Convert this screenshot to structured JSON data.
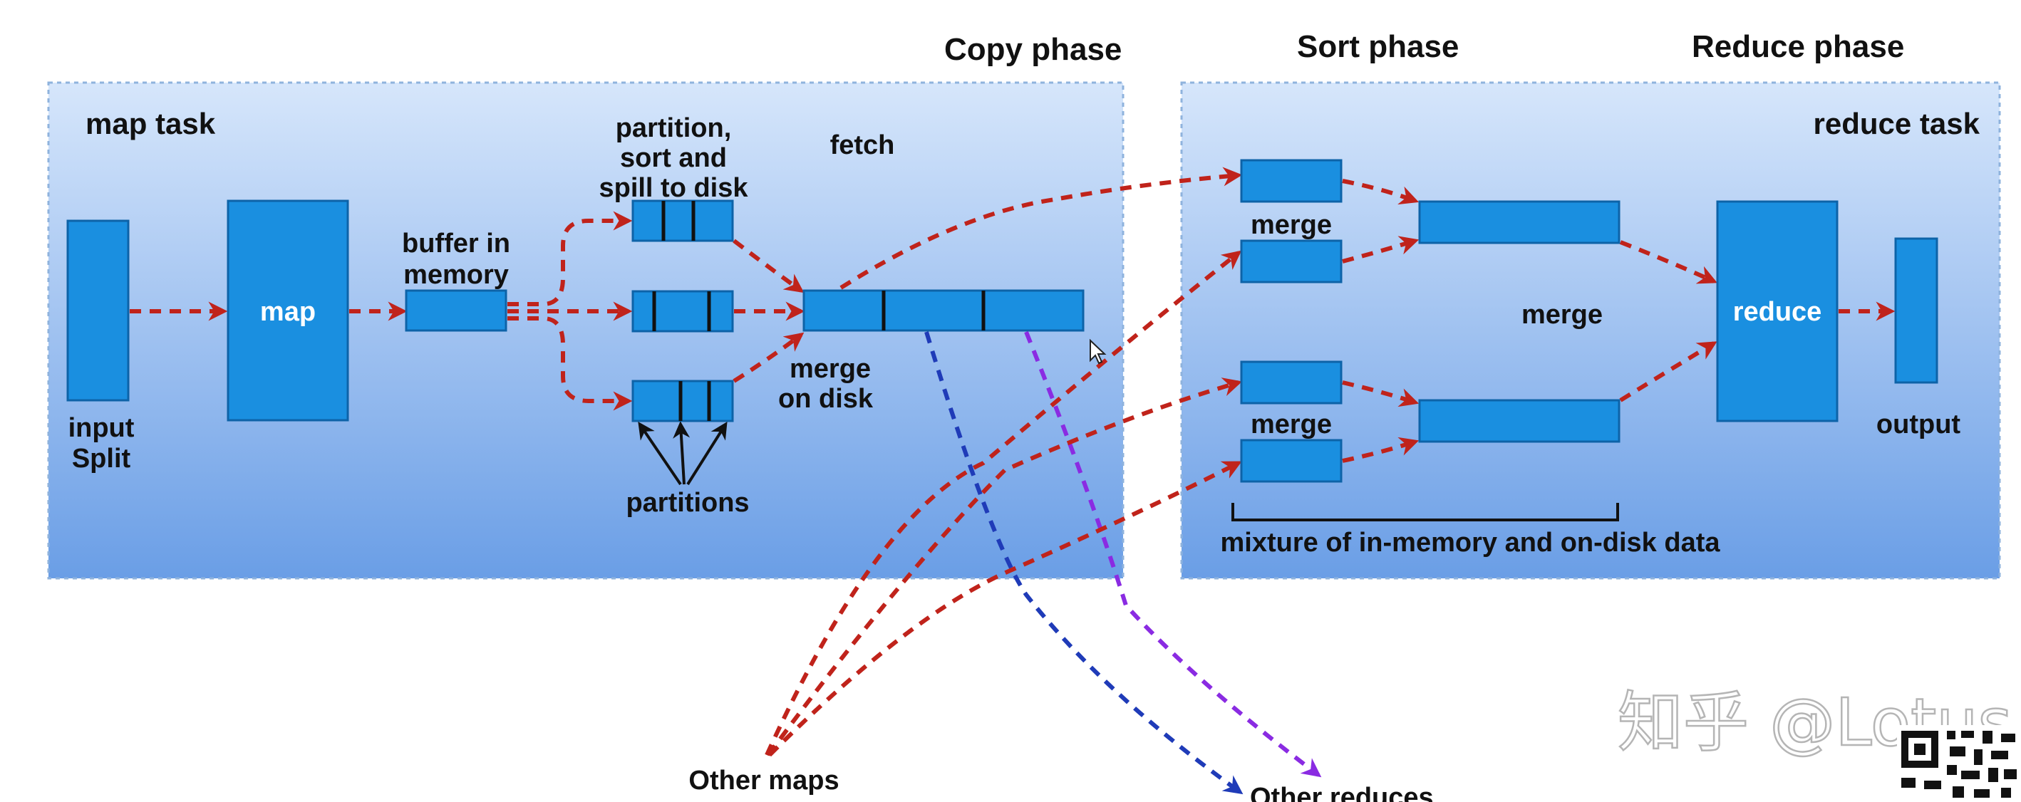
{
  "phases": {
    "copy": "Copy phase",
    "sort": "Sort phase",
    "reduce": "Reduce phase"
  },
  "map_task": {
    "title": "map task",
    "input_label_line1": "input",
    "input_label_line2": "Split",
    "map_label": "map",
    "buffer_label_line1": "buffer in",
    "buffer_label_line2": "memory",
    "spill_label_line1": "partition,",
    "spill_label_line2": "sort and",
    "spill_label_line3": "spill to disk",
    "fetch_label": "fetch",
    "merge_disk_line1": "merge",
    "merge_disk_line2": "on disk",
    "partitions_label": "partitions"
  },
  "reduce_task": {
    "title": "reduce task",
    "merge_top": "merge",
    "merge_bottom": "merge",
    "merge_center": "merge",
    "reduce_label": "reduce",
    "output_label": "output",
    "mixture_label": "mixture of in-memory and on-disk data"
  },
  "external": {
    "other_maps": "Other maps",
    "other_reduces": "Other reduces"
  },
  "watermark": "知乎 @Lotus",
  "colors": {
    "box_fill": "#1a8fe0",
    "panel_top": "#d6e6fb",
    "panel_bottom": "#6a9ee6",
    "arrow_red": "#c0231b",
    "arrow_blue": "#1f3bb8",
    "arrow_purple": "#8a2be2"
  }
}
